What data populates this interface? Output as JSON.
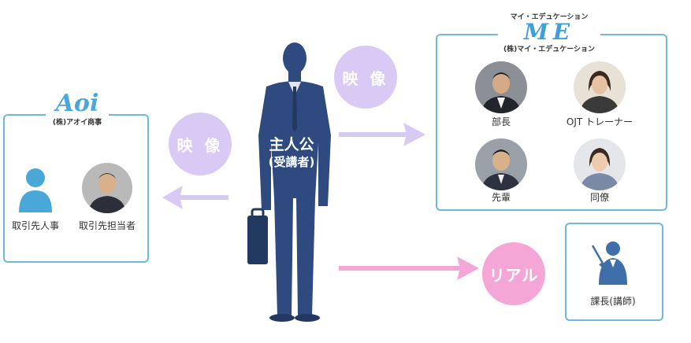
{
  "center": {
    "title": "主人公",
    "subtitle": "(受講者)"
  },
  "bubbles": {
    "video_left": "映 像",
    "video_right": "映 像",
    "real": "リアル"
  },
  "aoi": {
    "logo": "Aoi",
    "company": "(株)アオイ商事",
    "person1": "取引先人事",
    "person2": "取引先担当者"
  },
  "me": {
    "top": "マイ・エデュケーション",
    "logo": "ME",
    "company": "(株)マイ・エデュケーション",
    "members": [
      "部長",
      "OJT トレーナー",
      "先輩",
      "同僚"
    ]
  },
  "real_box": {
    "label": "課長(講師)"
  },
  "colors": {
    "frame": "#6fb8d9",
    "silhouette": "#2e4a7e",
    "lavender": "#d9c9f5",
    "pink": "#f4a7d6"
  }
}
